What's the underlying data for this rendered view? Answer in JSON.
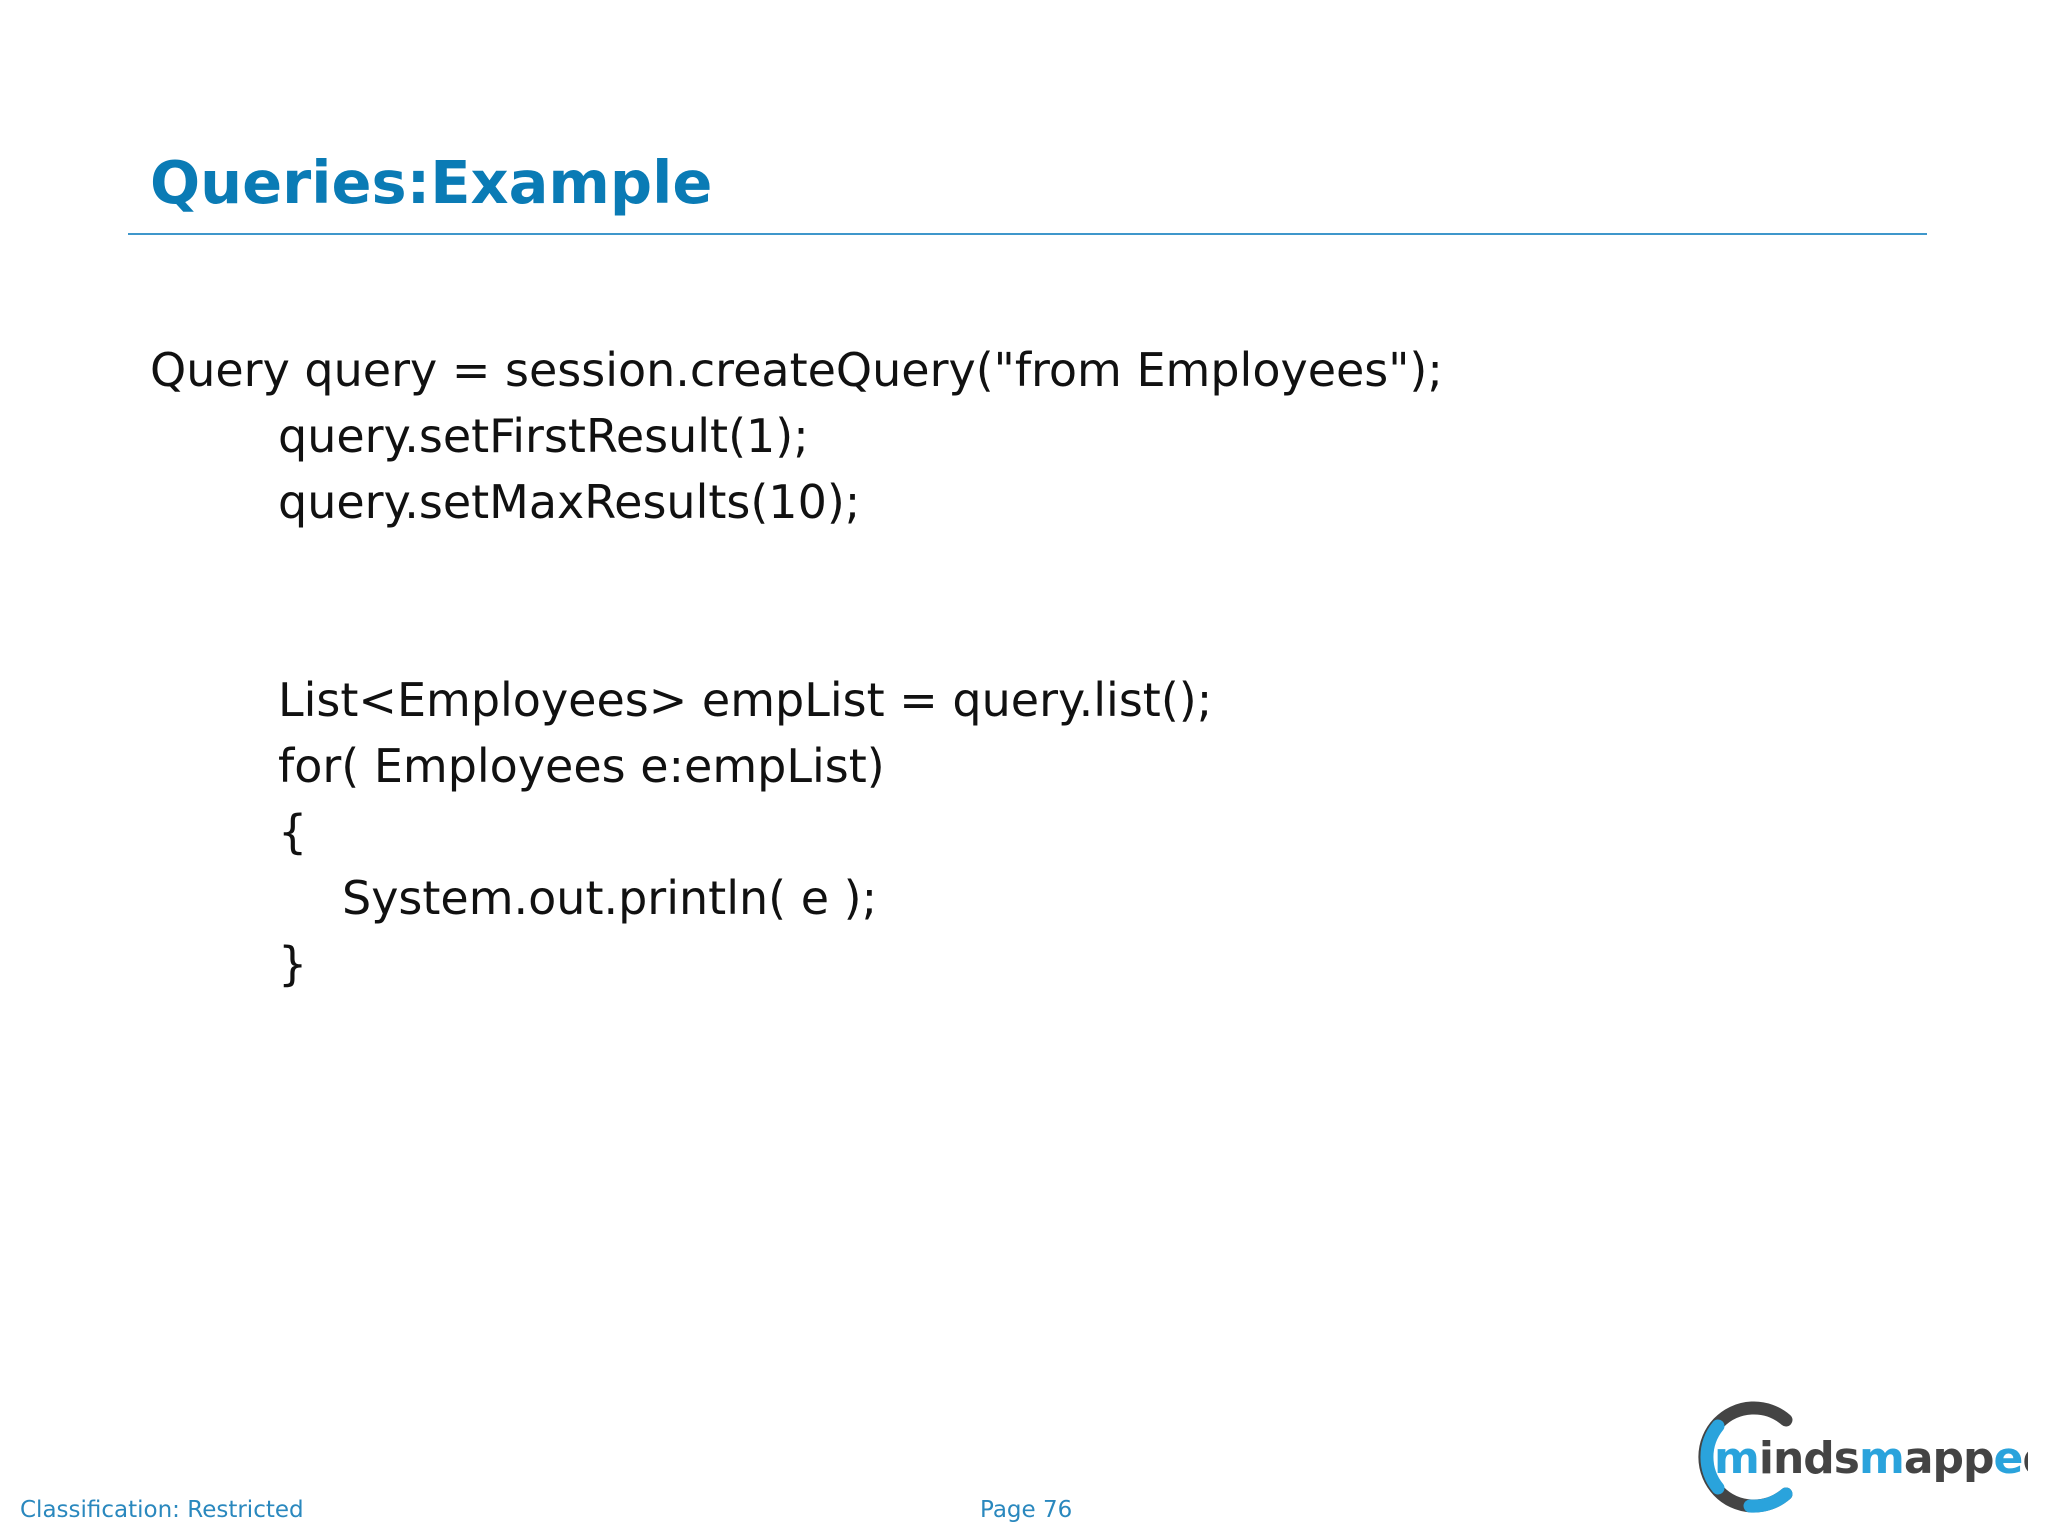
{
  "slide": {
    "title": "Queries:Example"
  },
  "code": {
    "lines": [
      "Query query = session.createQuery(\"from Employees\");",
      "query.setFirstResult(1);",
      "query.setMaxResults(10);",
      "List<Employees> empList = query.list();",
      "for( Employees e:empList)",
      "{",
      "System.out.println( e );",
      "}"
    ]
  },
  "footer": {
    "classification": "Classification: Restricted",
    "page": "Page 76"
  },
  "logo": {
    "text": "mindsmapped",
    "colors": {
      "blue": "#2aa3dc",
      "dark": "#444444"
    }
  },
  "colors": {
    "title": "#0a7bb5",
    "rule": "#3f97cb",
    "footer": "#2a88be",
    "code": "#111111"
  }
}
